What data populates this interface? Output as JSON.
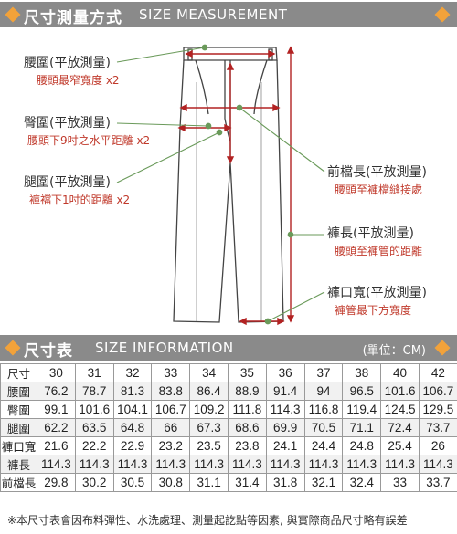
{
  "measure_section": {
    "title_cn": "尺寸測量方式",
    "title_en": "SIZE  MEASUREMENT"
  },
  "callouts": {
    "waist_label": "腰圍(平放測量)",
    "waist_desc": "腰頭最窄寬度 x2",
    "hip_label": "臀圍(平放測量)",
    "hip_desc": "腰頭下9吋之水平距離 x2",
    "thigh_label": "腿圍(平放測量)",
    "thigh_desc": "褲襠下1吋的距離 x2",
    "rise_label": "前檔長(平放測量)",
    "rise_desc": "腰頭至褲檔縫接處",
    "length_label": "褲長(平放測量)",
    "length_desc": "腰頭至褲管的距離",
    "hem_label": "褲口寬(平放測量)",
    "hem_desc": "褲管最下方寬度"
  },
  "info_section": {
    "title_cn": "尺寸表",
    "title_en": "SIZE  INFORMATION",
    "unit": "(單位：CM)"
  },
  "table": {
    "header_label": "尺寸",
    "sizes": [
      "30",
      "31",
      "32",
      "33",
      "34",
      "35",
      "36",
      "37",
      "38",
      "40",
      "42"
    ],
    "rows": [
      {
        "name": "腰圍",
        "values": [
          "76.2",
          "78.7",
          "81.3",
          "83.8",
          "86.4",
          "88.9",
          "91.4",
          "94",
          "96.5",
          "101.6",
          "106.7"
        ]
      },
      {
        "name": "臀圍",
        "values": [
          "99.1",
          "101.6",
          "104.1",
          "106.7",
          "109.2",
          "111.8",
          "114.3",
          "116.8",
          "119.4",
          "124.5",
          "129.5"
        ]
      },
      {
        "name": "腿圍",
        "values": [
          "62.2",
          "63.5",
          "64.8",
          "66",
          "67.3",
          "68.6",
          "69.9",
          "70.5",
          "71.1",
          "72.4",
          "73.7"
        ]
      },
      {
        "name": "褲口寬",
        "values": [
          "21.6",
          "22.2",
          "22.9",
          "23.2",
          "23.5",
          "23.8",
          "24.1",
          "24.4",
          "24.8",
          "25.4",
          "26"
        ]
      },
      {
        "name": "褲長",
        "values": [
          "114.3",
          "114.3",
          "114.3",
          "114.3",
          "114.3",
          "114.3",
          "114.3",
          "114.3",
          "114.3",
          "114.3",
          "114.3"
        ]
      },
      {
        "name": "前檔長",
        "values": [
          "29.8",
          "30.2",
          "30.5",
          "30.8",
          "31.1",
          "31.4",
          "31.8",
          "32.1",
          "32.4",
          "33",
          "33.7"
        ]
      }
    ]
  },
  "note": "※本尺寸表會因布料彈性、水洗處理、測量起訖點等因素, 與實際商品尺寸略有誤差",
  "colors": {
    "banner": "#8a8a8a",
    "accent": "#f2a23a",
    "guide": "#b22222",
    "pointer": "#6a9a5a"
  }
}
